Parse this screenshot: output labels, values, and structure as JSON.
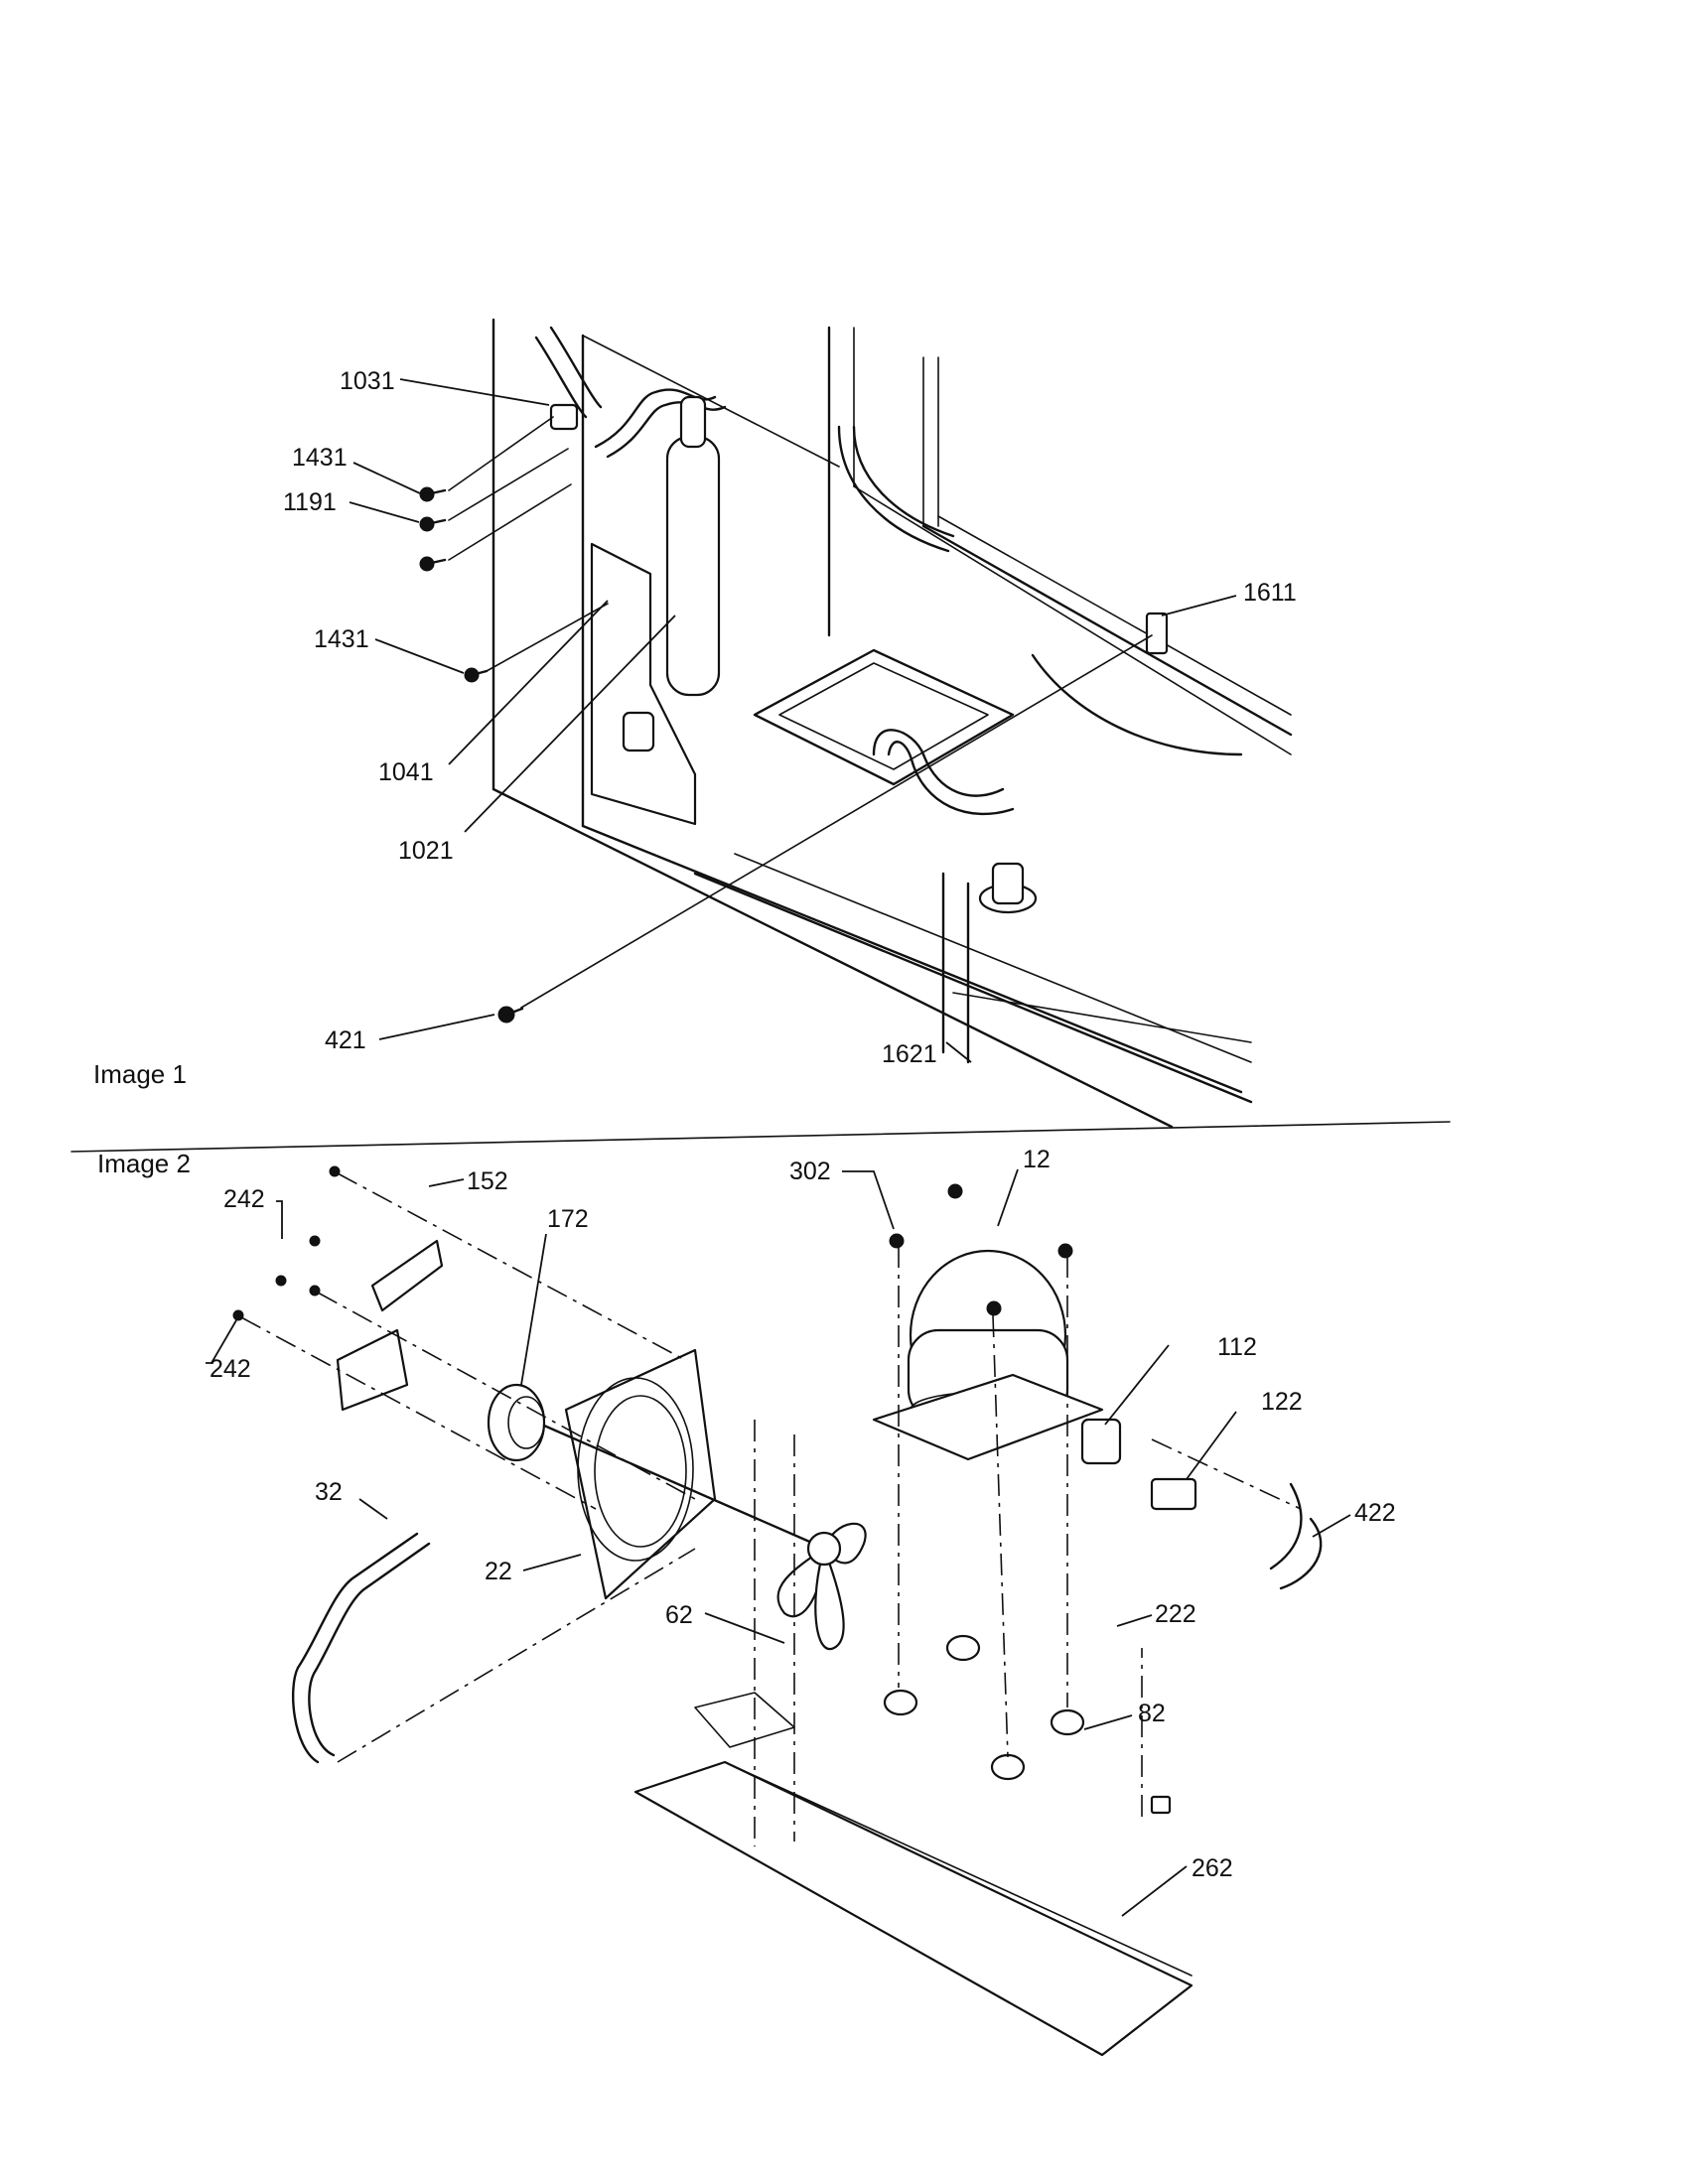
{
  "captions": {
    "image1": "Image 1",
    "image2": "Image 2"
  },
  "image1_callouts": [
    "1031",
    "1431",
    "1191",
    "1431",
    "1041",
    "1021",
    "1611",
    "421",
    "1621"
  ],
  "image2_callouts": [
    "152",
    "172",
    "242",
    "242",
    "12",
    "302",
    "112",
    "122",
    "422",
    "32",
    "22",
    "62",
    "222",
    "82",
    "262"
  ]
}
